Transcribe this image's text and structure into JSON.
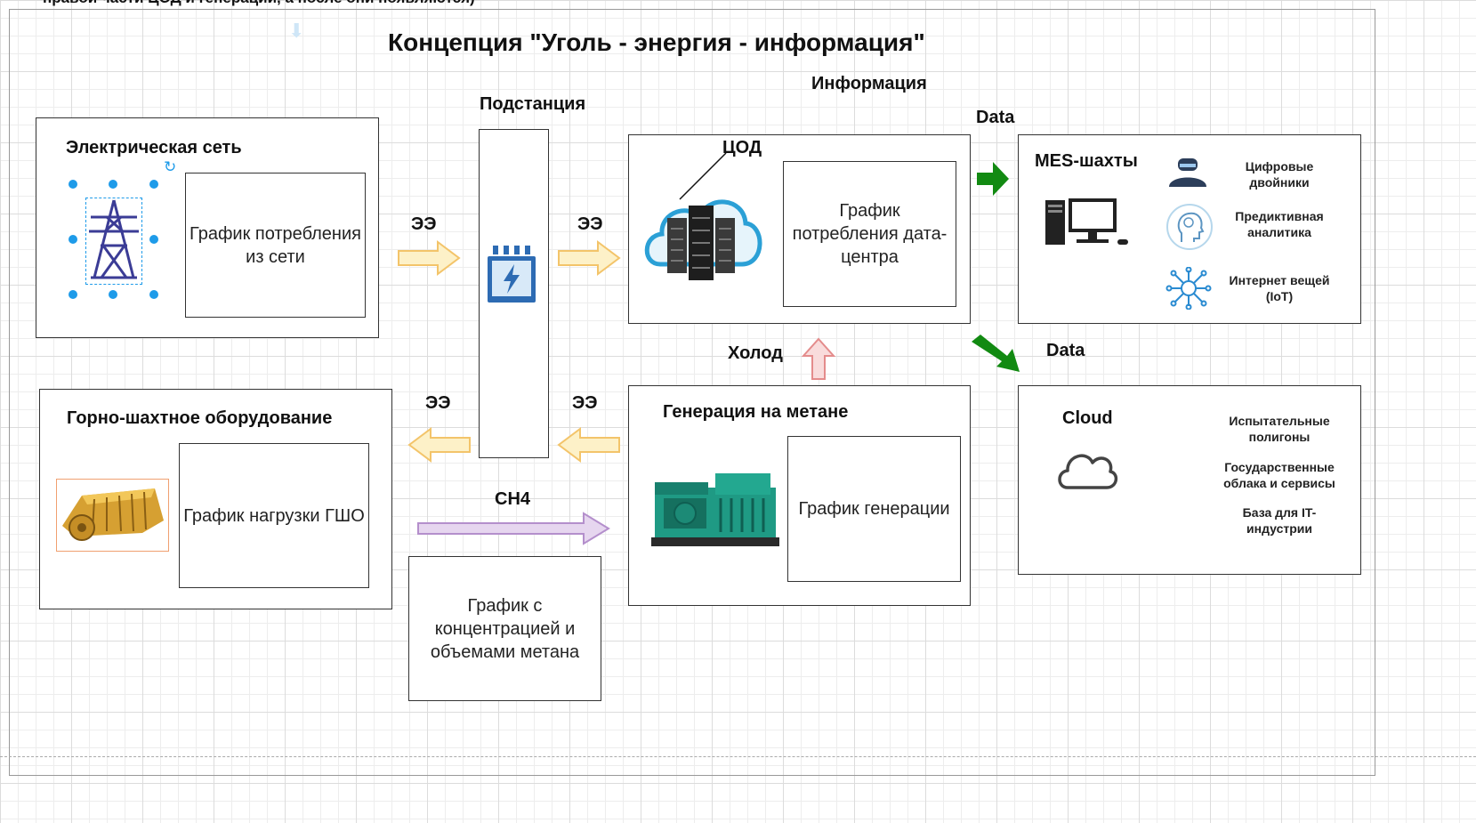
{
  "top_note": "правой части ЦОД и генерации, а после они появляются)",
  "title": "Концепция \"Уголь - энергия - информация\"",
  "labels": {
    "substation": "Подстанция",
    "information": "Информация",
    "data_top": "Data",
    "data_bottom": "Data",
    "cold": "Холод",
    "ee1": "ЭЭ",
    "ee2": "ЭЭ",
    "ee3": "ЭЭ",
    "ee4": "ЭЭ",
    "ch4": "CH4"
  },
  "grid": {
    "title": "Электрическая сеть",
    "chart": "График потребления из сети"
  },
  "mining": {
    "title": "Горно-шахтное оборудование",
    "chart": "График нагрузки ГШО"
  },
  "datacenter": {
    "title": "ЦОД",
    "chart": "График потребления дата-центра"
  },
  "generation": {
    "title": "Генерация на метане",
    "chart": "График генерации"
  },
  "methane": {
    "chart": "График с концентрацией и объемами метана"
  },
  "mes": {
    "title": "MES-шахты",
    "items": [
      "Цифровые двойники",
      "Предиктивная аналитика",
      "Интернет вещей (IoT)"
    ]
  },
  "cloud": {
    "title": "Cloud",
    "items": [
      "Испытательные полигоны",
      "Государственные облака и сервисы",
      "База для IT-индустрии"
    ]
  },
  "colors": {
    "arrow_yellow_fill": "#fdf1c8",
    "arrow_yellow_stroke": "#f3c46a",
    "arrow_purple_fill": "#e6d6ef",
    "arrow_purple_stroke": "#b48fcc",
    "arrow_green": "#128a12",
    "arrow_red_fill": "#f9dcdc",
    "arrow_red_stroke": "#e48c8c",
    "selection": "#1e9be9"
  }
}
